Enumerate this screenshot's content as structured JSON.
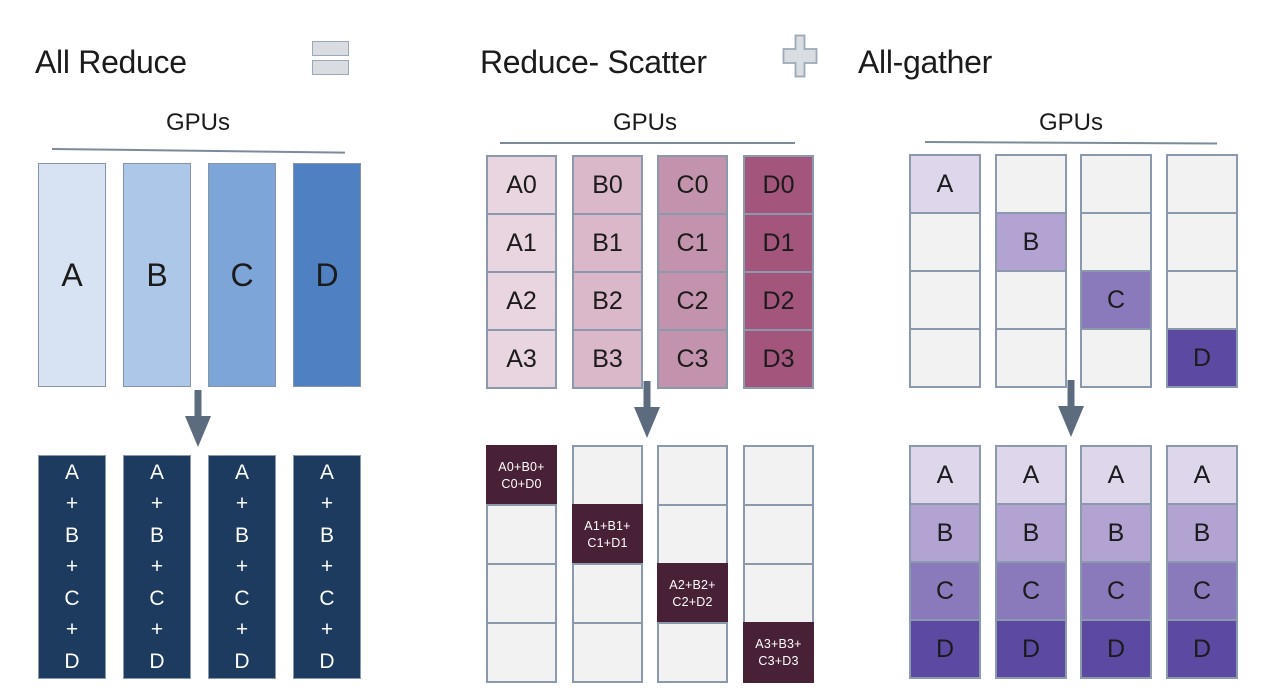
{
  "header": {
    "all_reduce_title": "All Reduce",
    "reduce_scatter_title": "Reduce- Scatter",
    "all_gather_title": "All-gather"
  },
  "panels": {
    "all_reduce": {
      "gpus_label": "GPUs",
      "input_columns": [
        {
          "label": "A",
          "color": "#d7e2f2"
        },
        {
          "label": "B",
          "color": "#adc7e8"
        },
        {
          "label": "C",
          "color": "#7da5d7"
        },
        {
          "label": "D",
          "color": "#4e80c2"
        }
      ],
      "output_column_lines": [
        "A",
        "+",
        "B",
        "+",
        "C",
        "+",
        "D"
      ],
      "output_column_count": 4,
      "output_color": "#1d3a5f"
    },
    "reduce_scatter": {
      "gpus_label": "GPUs",
      "input_columns": [
        {
          "color": "#e8d5df",
          "cells": [
            "A0",
            "A1",
            "A2",
            "A3"
          ]
        },
        {
          "color": "#dbb8c9",
          "cells": [
            "B0",
            "B1",
            "B2",
            "B3"
          ]
        },
        {
          "color": "#c392ac",
          "cells": [
            "C0",
            "C1",
            "C2",
            "C3"
          ]
        },
        {
          "color": "#a3557c",
          "cells": [
            "D0",
            "D1",
            "D2",
            "D3"
          ]
        }
      ],
      "output_diagonal": [
        {
          "row": 0,
          "col": 0,
          "lines": [
            "A0+B0+",
            "C0+D0"
          ]
        },
        {
          "row": 1,
          "col": 1,
          "lines": [
            "A1+B1+",
            "C1+D1"
          ]
        },
        {
          "row": 2,
          "col": 2,
          "lines": [
            "A2+B2+",
            "C2+D2"
          ]
        },
        {
          "row": 3,
          "col": 3,
          "lines": [
            "A3+B3+",
            "C3+D3"
          ]
        }
      ],
      "output_fill_color": "#492137",
      "empty_cell_color": "#f2f2f3"
    },
    "all_gather": {
      "gpus_label": "GPUs",
      "input_diagonal": [
        {
          "label": "A",
          "color": "#ded7ec"
        },
        {
          "label": "B",
          "color": "#b2a3d3"
        },
        {
          "label": "C",
          "color": "#8a7abc"
        },
        {
          "label": "D",
          "color": "#5c49a2"
        }
      ],
      "output_rows": [
        {
          "label": "A",
          "color": "#ded7ec"
        },
        {
          "label": "B",
          "color": "#b2a3d3"
        },
        {
          "label": "C",
          "color": "#8a7abc"
        },
        {
          "label": "D",
          "color": "#5c49a2"
        }
      ],
      "empty_cell_color": "#f2f2f3"
    }
  },
  "colors": {
    "cell_border": "#8a99ab",
    "column_border": "#8695a5",
    "arrow": "#5c6c7e",
    "gpus_line": "#7b8b9a",
    "operator_icon_fill": "#d9dde2",
    "operator_icon_border": "#9aa9b8",
    "text": "#1b1b1b",
    "output_text": "#ffffff"
  },
  "icons": {
    "equals": "equals-icon",
    "plus": "plus-icon"
  }
}
